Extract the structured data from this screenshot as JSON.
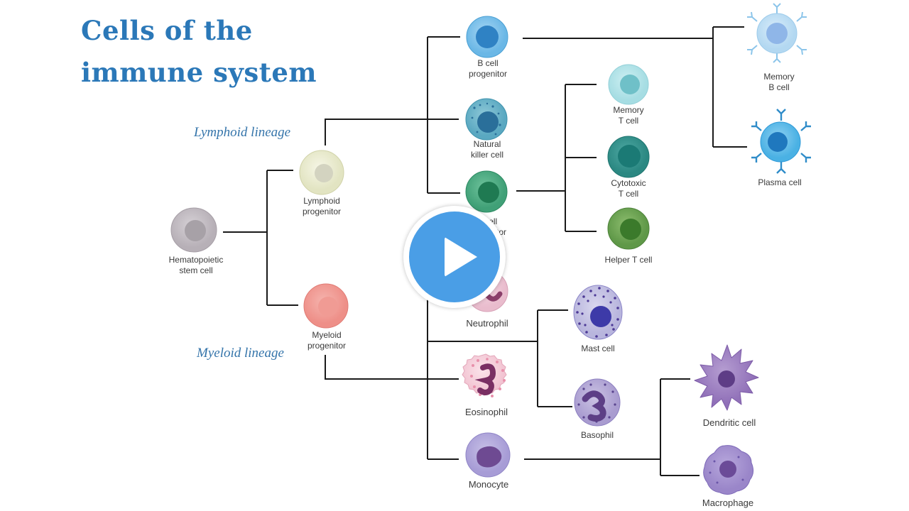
{
  "title_line1": "Cells of the",
  "title_line2": "immune system",
  "lineages": {
    "lymphoid": "Lymphoid lineage",
    "myeloid": "Myeloid lineage"
  },
  "cells": {
    "stem": "Hematopoietic\nstem cell",
    "lymphoid_progenitor": "Lymphoid\nprogenitor",
    "myeloid_progenitor": "Myeloid\nprogenitor",
    "b_cell_progenitor": "B cell\nprogenitor",
    "natural_killer": "Natural\nkiller cell",
    "t_cell_progenitor": "T cell\nprogenitor",
    "memory_b": "Memory\nB cell",
    "plasma": "Plasma cell",
    "memory_t": "Memory\nT cell",
    "cytotoxic_t": "Cytotoxic\nT cell",
    "helper_t": "Helper T cell",
    "neutrophil": "Neutrophil",
    "eosinophil": "Eosinophil",
    "monocyte": "Monocyte",
    "mast": "Mast cell",
    "basophil": "Basophil",
    "dendritic": "Dendritic cell",
    "macrophage": "Macrophage"
  },
  "colors": {
    "title": "#2b78b8",
    "lineage_text": "#3474aa",
    "connector": "#1a1a1a",
    "play_button": "#4a9ee6"
  },
  "icons": {
    "play": "play-icon"
  }
}
